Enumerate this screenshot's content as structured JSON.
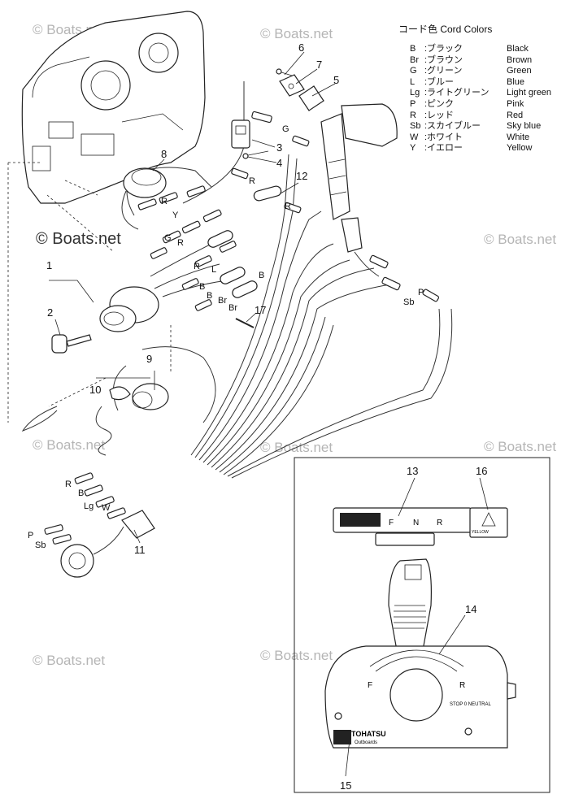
{
  "watermark": "© Boats.net",
  "legend": {
    "title": "コード色 Cord Colors",
    "rows": [
      {
        "code": "B",
        "jp": ":ブラック",
        "en": "Black"
      },
      {
        "code": "Br",
        "jp": ":ブラウン",
        "en": "Brown"
      },
      {
        "code": "G",
        "jp": ":グリーン",
        "en": "Green"
      },
      {
        "code": "L",
        "jp": ":ブルー",
        "en": "Blue"
      },
      {
        "code": "Lg",
        "jp": ":ライトグリーン",
        "en": "Light green"
      },
      {
        "code": "P",
        "jp": ":ピンク",
        "en": "Pink"
      },
      {
        "code": "R",
        "jp": ":レッド",
        "en": "Red"
      },
      {
        "code": "Sb",
        "jp": ":スカイブルー",
        "en": "Sky blue"
      },
      {
        "code": "W",
        "jp": ":ホワイト",
        "en": "White"
      },
      {
        "code": "Y",
        "jp": ":イエロー",
        "en": "Yellow"
      }
    ]
  },
  "callouts": [
    "1",
    "2",
    "3",
    "4",
    "5",
    "6",
    "7",
    "8",
    "9",
    "10",
    "11",
    "12",
    "13",
    "14",
    "15",
    "16",
    "17"
  ],
  "wire_tags": {
    "G": "G",
    "R": "R",
    "Y": "Y",
    "L": "L",
    "B": "B",
    "Br": "Br",
    "P": "P",
    "Sb": "Sb",
    "Lg": "Lg",
    "W": "W"
  },
  "inset": {
    "brand": "TOHATSU",
    "brand_sub": "Outboards",
    "indicator_f": "F",
    "indicator_n": "N",
    "indicator_r": "R",
    "lever_f": "F",
    "lever_r": "R",
    "stop_label": "STOP  0 NEUTRAL",
    "sticker_text": "YELLOW"
  }
}
